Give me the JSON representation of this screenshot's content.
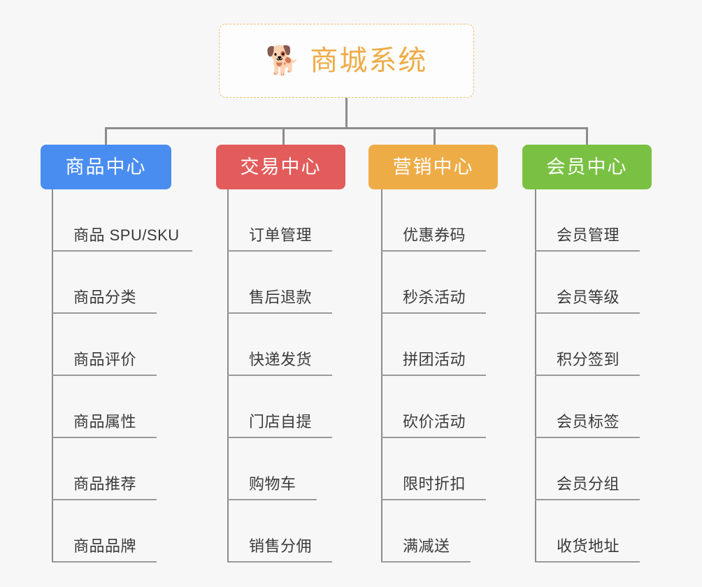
{
  "page": {
    "background_color": "#f7f7f7",
    "type": "mind-map"
  },
  "root": {
    "title": "商城系统",
    "icon": "shiba-dog-face-icon",
    "icon_glyph": "🐕",
    "text_color": "#eeac47",
    "border_color": "#f2c06a",
    "background_color": "#fdfdfd"
  },
  "connector_color": "#8c8c8c",
  "categories": [
    {
      "label": "商品中心",
      "color": "#4a8df0",
      "items": [
        "商品 SPU/SKU",
        "商品分类",
        "商品评价",
        "商品属性",
        "商品推荐",
        "商品品牌"
      ]
    },
    {
      "label": "交易中心",
      "color": "#e35c5c",
      "items": [
        "订单管理",
        "售后退款",
        "快递发货",
        "门店自提",
        "购物车",
        "销售分佣"
      ]
    },
    {
      "label": "营销中心",
      "color": "#eeac47",
      "items": [
        "优惠券码",
        "秒杀活动",
        "拼团活动",
        "砍价活动",
        "限时折扣",
        "满减送"
      ]
    },
    {
      "label": "会员中心",
      "color": "#7ac143",
      "items": [
        "会员管理",
        "会员等级",
        "积分签到",
        "会员标签",
        "会员分组",
        "收货地址"
      ]
    }
  ]
}
